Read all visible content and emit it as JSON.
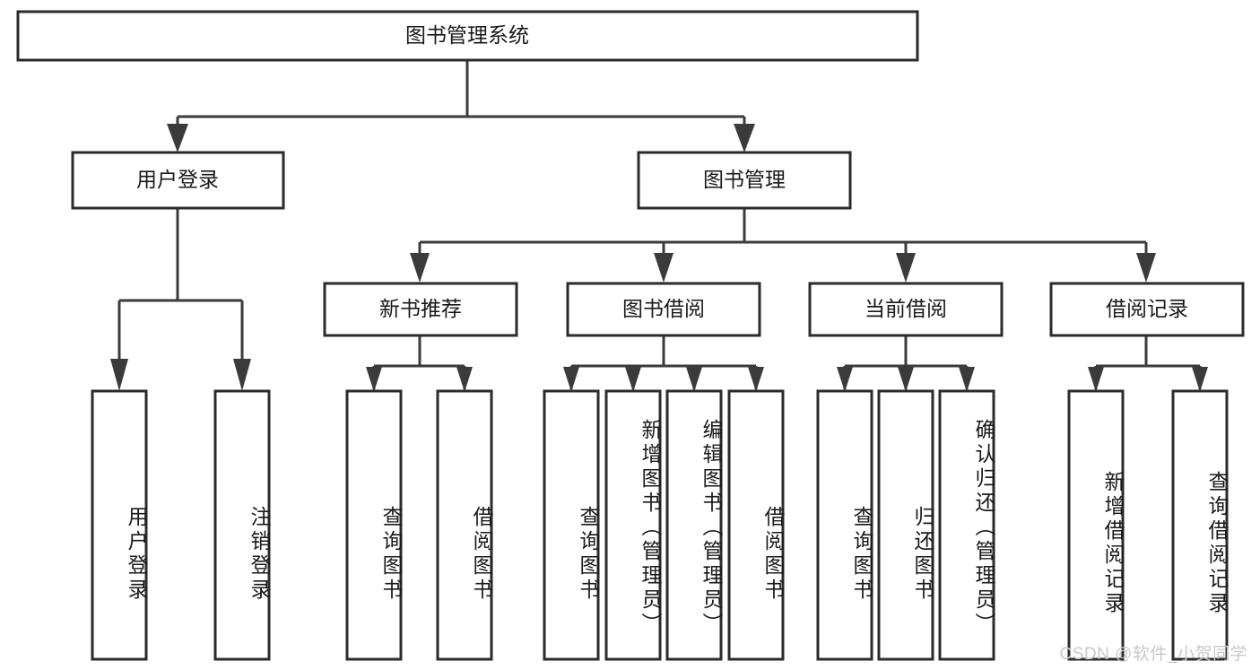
{
  "diagram": {
    "title": "图书管理系统",
    "type": "tree-hierarchy",
    "orientation": "top-down",
    "colors": {
      "background": "#ffffff",
      "box_fill": "#ffffff",
      "box_stroke": "#2b2b2b",
      "connector": "#3b3b3b",
      "text": "#1a1a1a",
      "watermark": "#c9c9c9"
    },
    "root": {
      "id": "root",
      "label": "图书管理系统",
      "orientation": "horizontal"
    },
    "level2": [
      {
        "id": "user-login",
        "label": "用户登录",
        "orientation": "horizontal"
      },
      {
        "id": "book-management",
        "label": "图书管理",
        "orientation": "horizontal"
      }
    ],
    "level3": [
      {
        "id": "new-book-recommend",
        "label": "新书推荐",
        "orientation": "horizontal"
      },
      {
        "id": "book-borrow",
        "label": "图书借阅",
        "orientation": "horizontal"
      },
      {
        "id": "current-borrow",
        "label": "当前借阅",
        "orientation": "horizontal"
      },
      {
        "id": "borrow-record",
        "label": "借阅记录",
        "orientation": "horizontal"
      }
    ],
    "leaves": {
      "user_login": [
        {
          "id": "leaf-user-login",
          "label": "用户登录"
        },
        {
          "id": "leaf-logout",
          "label": "注销登录"
        }
      ],
      "new_book_recommend": [
        {
          "id": "leaf-query-book-1",
          "label": "查询图书"
        },
        {
          "id": "leaf-borrow-book-1",
          "label": "借阅图书"
        }
      ],
      "book_borrow": [
        {
          "id": "leaf-query-book-2",
          "label": "查询图书"
        },
        {
          "id": "leaf-add-book",
          "label": "新增图书（管理员）"
        },
        {
          "id": "leaf-edit-book",
          "label": "编辑图书（管理员）"
        },
        {
          "id": "leaf-borrow-book-2",
          "label": "借阅图书"
        }
      ],
      "current_borrow": [
        {
          "id": "leaf-query-book-3",
          "label": "查询图书"
        },
        {
          "id": "leaf-return-book",
          "label": "归还图书"
        },
        {
          "id": "leaf-confirm-return",
          "label": "确认归还（管理员）"
        }
      ],
      "borrow_record": [
        {
          "id": "leaf-add-record",
          "label": "新增借阅记录"
        },
        {
          "id": "leaf-query-record",
          "label": "查询借阅记录"
        }
      ]
    },
    "watermark": "CSDN @软件_小贺同学"
  }
}
